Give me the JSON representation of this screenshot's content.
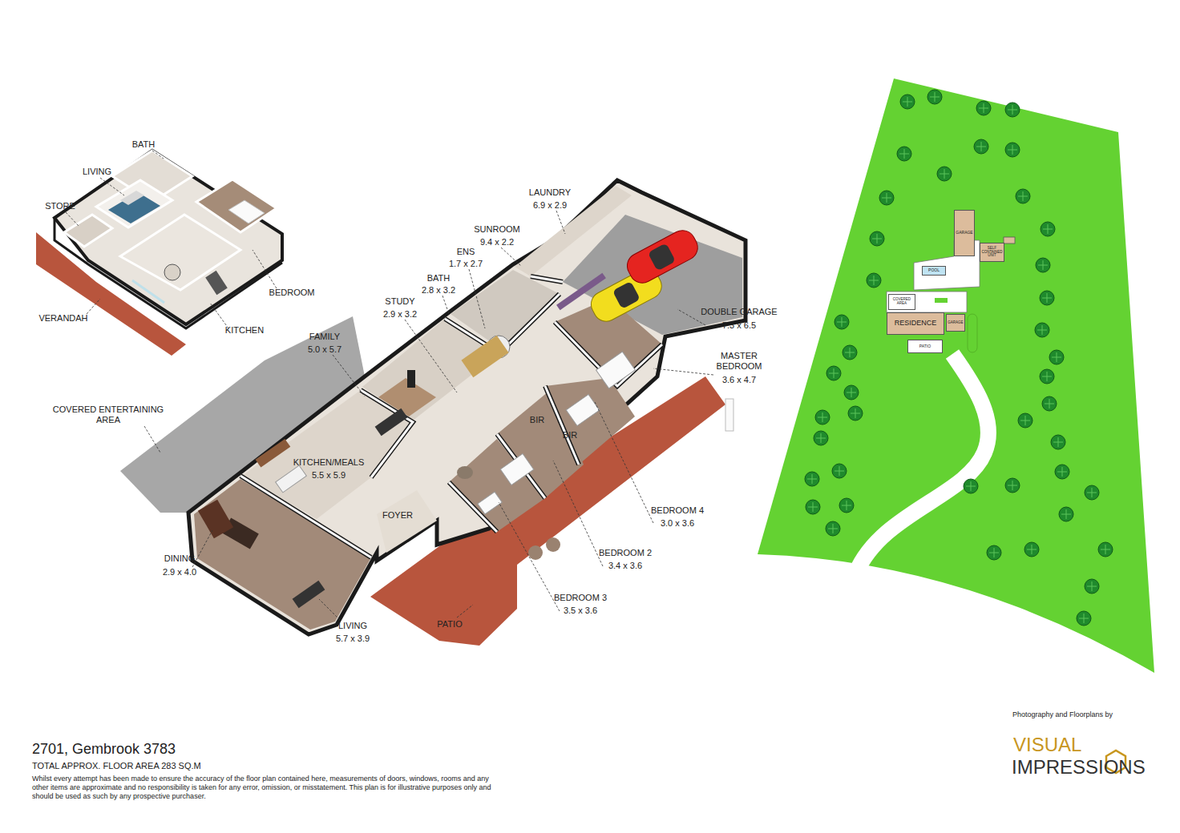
{
  "diagram": {
    "title": "2701, Gembrook 3783",
    "caption": "TOTAL APPROX. FLOOR AREA 283 SQ.M",
    "nodes": [
      {
        "text": [
          "GARAGE"
        ]
      },
      {
        "text": [
          "SELF CONTAINED UNIT"
        ]
      },
      {
        "text": [
          "POOL"
        ]
      },
      {
        "text": [
          "COVERED AREA"
        ]
      },
      {
        "text": [
          "RESIDENCE"
        ]
      },
      {
        "text": [
          "GARAGE"
        ]
      },
      {
        "text": [
          "PATIO"
        ]
      }
    ],
    "labels": [
      "BATH",
      "LIVING",
      "STORE",
      "BEDROOM",
      "KITCHEN",
      "VERANDAH",
      "LAUNDRY",
      "6.9 x 2.9",
      "SUNROOM",
      "9.4 x 2.2",
      "ENS",
      "1.7 x 2.7",
      "BATH",
      "2.8 x 3.2",
      "STUDY",
      "2.9 x 3.2",
      "FAMILY",
      "5.0 x 5.7",
      "COVERED ENTERTAINING AREA",
      "KITCHEN/MEALS",
      "5.5 x 5.9",
      "DOUBLE GARAGE",
      "7.3 x 6.5",
      "MASTER BEDROOM",
      "3.6 x 4.7",
      "BIR",
      "BIR",
      "FOYER",
      "BEDROOM 4",
      "3.0 x 3.6",
      "BEDROOM 2",
      "3.4 x 3.6",
      "BEDROOM 3",
      "3.5 x 3.6",
      "DINING",
      "2.9 x 4.0",
      "LIVING",
      "5.7 x 3.9",
      "PATIO",
      "Whilst every attempt has been made to ensure the accuracy of the floor plan contained here, measurements of doors, windows, rooms and any other items are approximate and no responsibility is taken for any error, omission, or misstatement. This plan is for illustrative purposes only and should be used as such by any prospective purchaser.",
      "Photography and Floorplans by",
      "VISUAL",
      "IMPRESSIONS"
    ]
  }
}
